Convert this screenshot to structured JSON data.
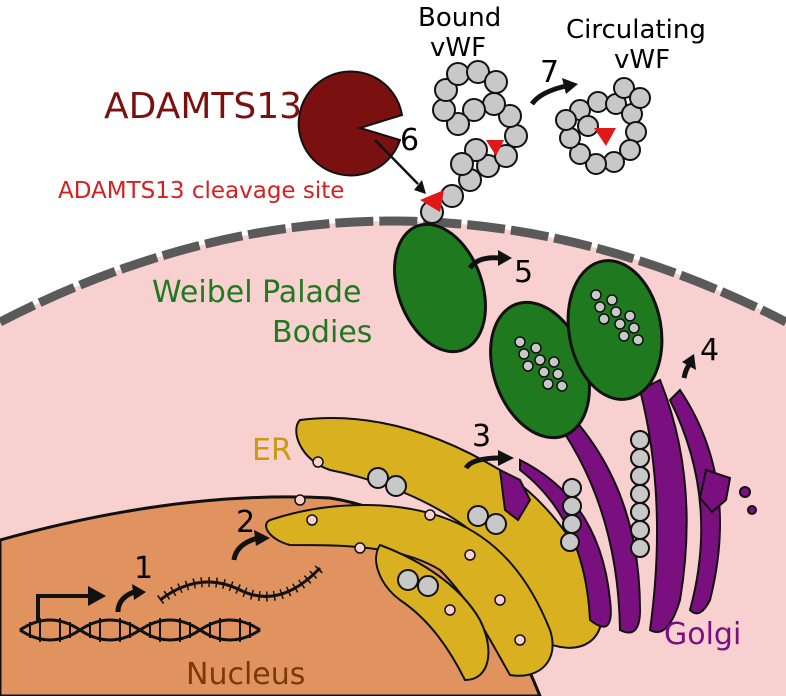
{
  "labels": {
    "adamts13": "ADAMTS13",
    "cleavage_site": "ADAMTS13 cleavage site",
    "bound_line1": "Bound",
    "bound_line2": "vWF",
    "circ_line1": "Circulating",
    "circ_line2": "vWF",
    "weibel_line1": "Weibel Palade",
    "weibel_line2": "Bodies",
    "er": "ER",
    "golgi": "Golgi",
    "nucleus": "Nucleus"
  },
  "steps": [
    "1",
    "2",
    "3",
    "4",
    "5",
    "6",
    "7"
  ],
  "colors": {
    "cytoplasm": "#f9d0d0",
    "nucleus": "#e0935e",
    "membrane": "#5a5a5a",
    "weibel_palade": "#1f7a1f",
    "golgi": "#7a1080",
    "er": "#d9b020",
    "vwf_bead": "#c8c8c8",
    "cleavage_site": "#e01818",
    "adamts13": "#7a1010"
  },
  "icons": [
    "dna-helix-icon",
    "transcription-arrow-icon",
    "mrna-strand-icon",
    "pacman-enzyme-icon"
  ]
}
